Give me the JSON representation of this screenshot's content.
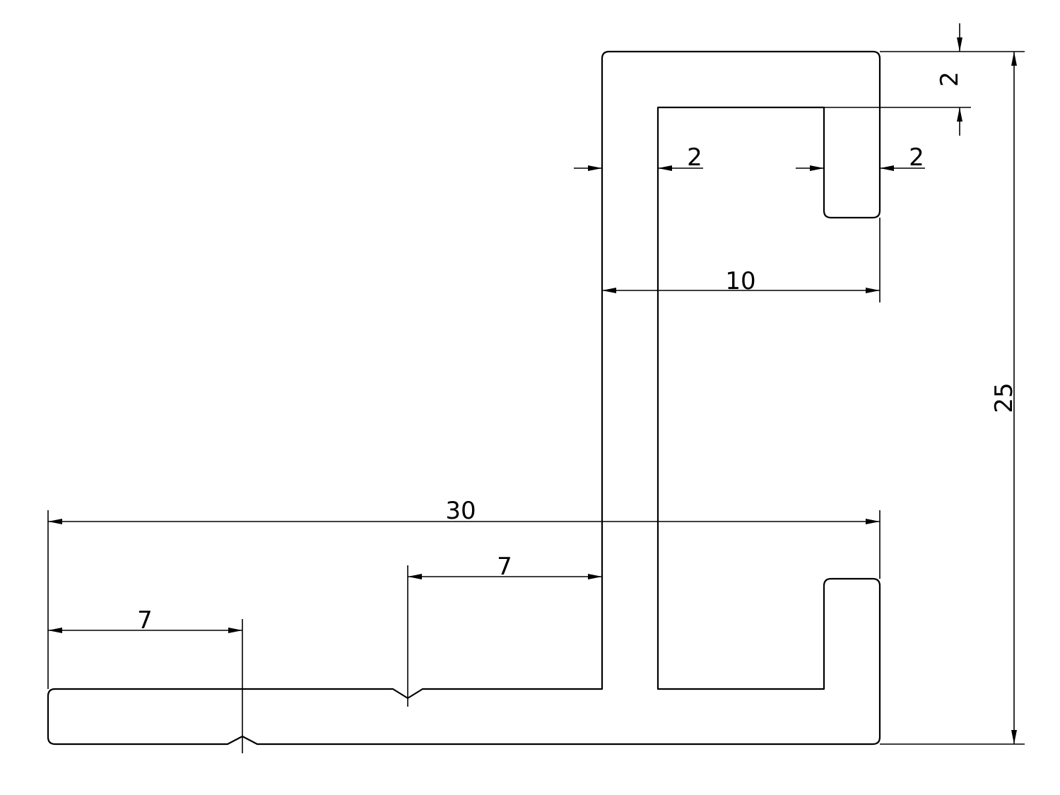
{
  "drawing": {
    "stroke_color": "#000000",
    "background_color": "#ffffff",
    "dimensions": {
      "overall_width": "30",
      "overall_height": "25",
      "top_flange_width": "10",
      "web_thickness": "2",
      "lip_thickness": "2",
      "top_flange_thickness": "2",
      "left_offset": "7",
      "middle_offset": "7"
    }
  }
}
